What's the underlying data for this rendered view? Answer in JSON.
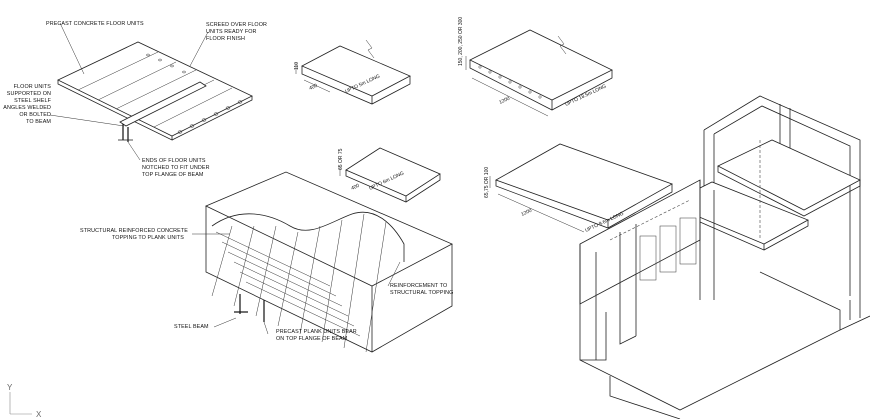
{
  "labels": {
    "precast_floor_units": "PRECAST CONCRETE FLOOR UNITS",
    "screed_line1": "SCREED OVER FLOOR",
    "screed_line2": "UNITS READY FOR",
    "screed_line3": "FLOOR FINISH",
    "floor_units_1": "FLOOR UNITS",
    "floor_units_2": "SUPPORTED ON",
    "floor_units_3": "STEEL SHELF",
    "floor_units_4": "ANGLES WELDED",
    "floor_units_5": "OR  BOLTED",
    "floor_units_6": "TO BEAM",
    "ends_1": "ENDS OF FLOOR UNITS",
    "ends_2": "NOTCHED TO FIT UNDER",
    "ends_3": "TOP FLANGE OF BEAM",
    "topping_1": "STRUCTURAL REINFORCED CONCRETE",
    "topping_2": "TOPPING TO PLANK UNITS",
    "reinf_1": "REINFORCEMENT TO",
    "reinf_2": "STRUCTURAL TOPPING",
    "steel_beam": "STEEL BEAM",
    "plank_1": "PRECAST PLANK UNITS BEAR",
    "plank_2": "ON TOP FLANGE OF BEAM"
  },
  "dimensions": {
    "slab_a_thickness": "110",
    "slab_a_width": "400",
    "slab_a_length": "UPTO 5m LONG",
    "slab_b_thickness": "65 OR 75",
    "slab_b_width": "400",
    "slab_b_length": "UPTO 6m LONG",
    "slab_c_thickness": "150, 200, 250 OR 300",
    "slab_c_width": "1200",
    "slab_c_length": "UPTO 18.5m LONG",
    "slab_d_thickness": "65,75 OR 100",
    "slab_d_width": "1200",
    "slab_d_length": "UPTO 9.6m LONG"
  },
  "ucs": {
    "y_label": "Y",
    "x_label": "X"
  }
}
